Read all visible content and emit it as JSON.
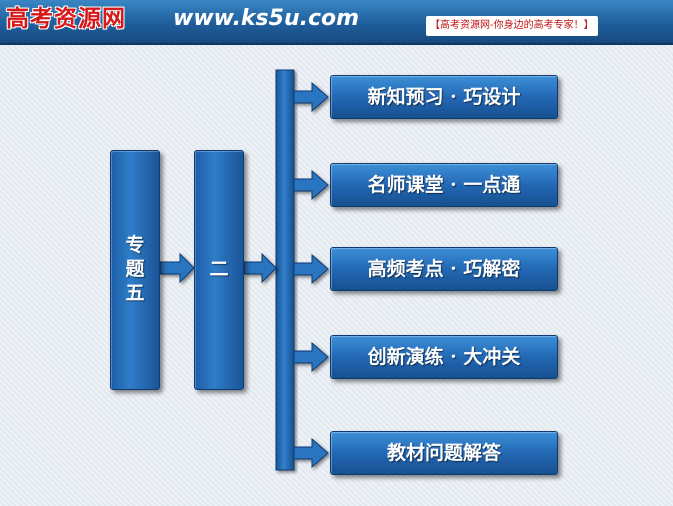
{
  "header": {
    "brand": "高考资源网",
    "url": "www.ks5u.com",
    "slogan": "【高考资源网-你身边的高考专家！】"
  },
  "diagram": {
    "topic": "专题五",
    "section": "二",
    "items": [
      "新知预习 · 巧设计",
      "名师课堂 · 一点通",
      "高频考点 · 巧解密",
      "创新演练 · 大冲关",
      "教材问题解答"
    ]
  }
}
